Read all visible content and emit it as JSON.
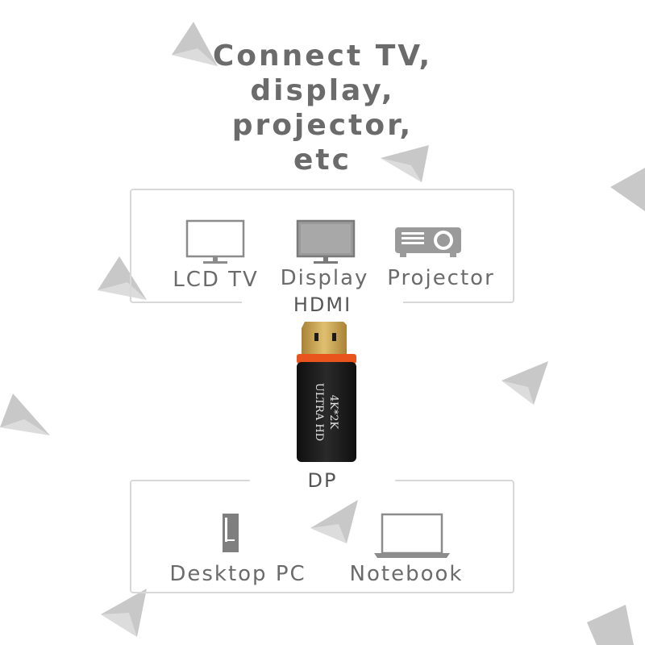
{
  "headline": {
    "lines": [
      "Connect TV,",
      "display,",
      "projector,",
      "etc"
    ]
  },
  "output_group": {
    "port_label": "HDMI",
    "devices": [
      {
        "label": "LCD TV",
        "icon": "lcd-tv-icon"
      },
      {
        "label": "Display",
        "icon": "monitor-icon"
      },
      {
        "label": "Projector",
        "icon": "projector-icon"
      }
    ]
  },
  "adapter": {
    "text_line1": "4K*2K",
    "text_line2": "ULTRA HD",
    "colors": {
      "body": "#1c1c1c",
      "collar": "#e8541c",
      "plug": "#c9a24a"
    }
  },
  "input_group": {
    "port_label": "DP",
    "devices": [
      {
        "label": "Desktop PC",
        "icon": "desktop-pc-icon"
      },
      {
        "label": "Notebook",
        "icon": "notebook-icon"
      }
    ]
  },
  "colors": {
    "text": "#6b6b6b",
    "frame": "#d8d8d8",
    "decor": "#c8c8c8"
  }
}
